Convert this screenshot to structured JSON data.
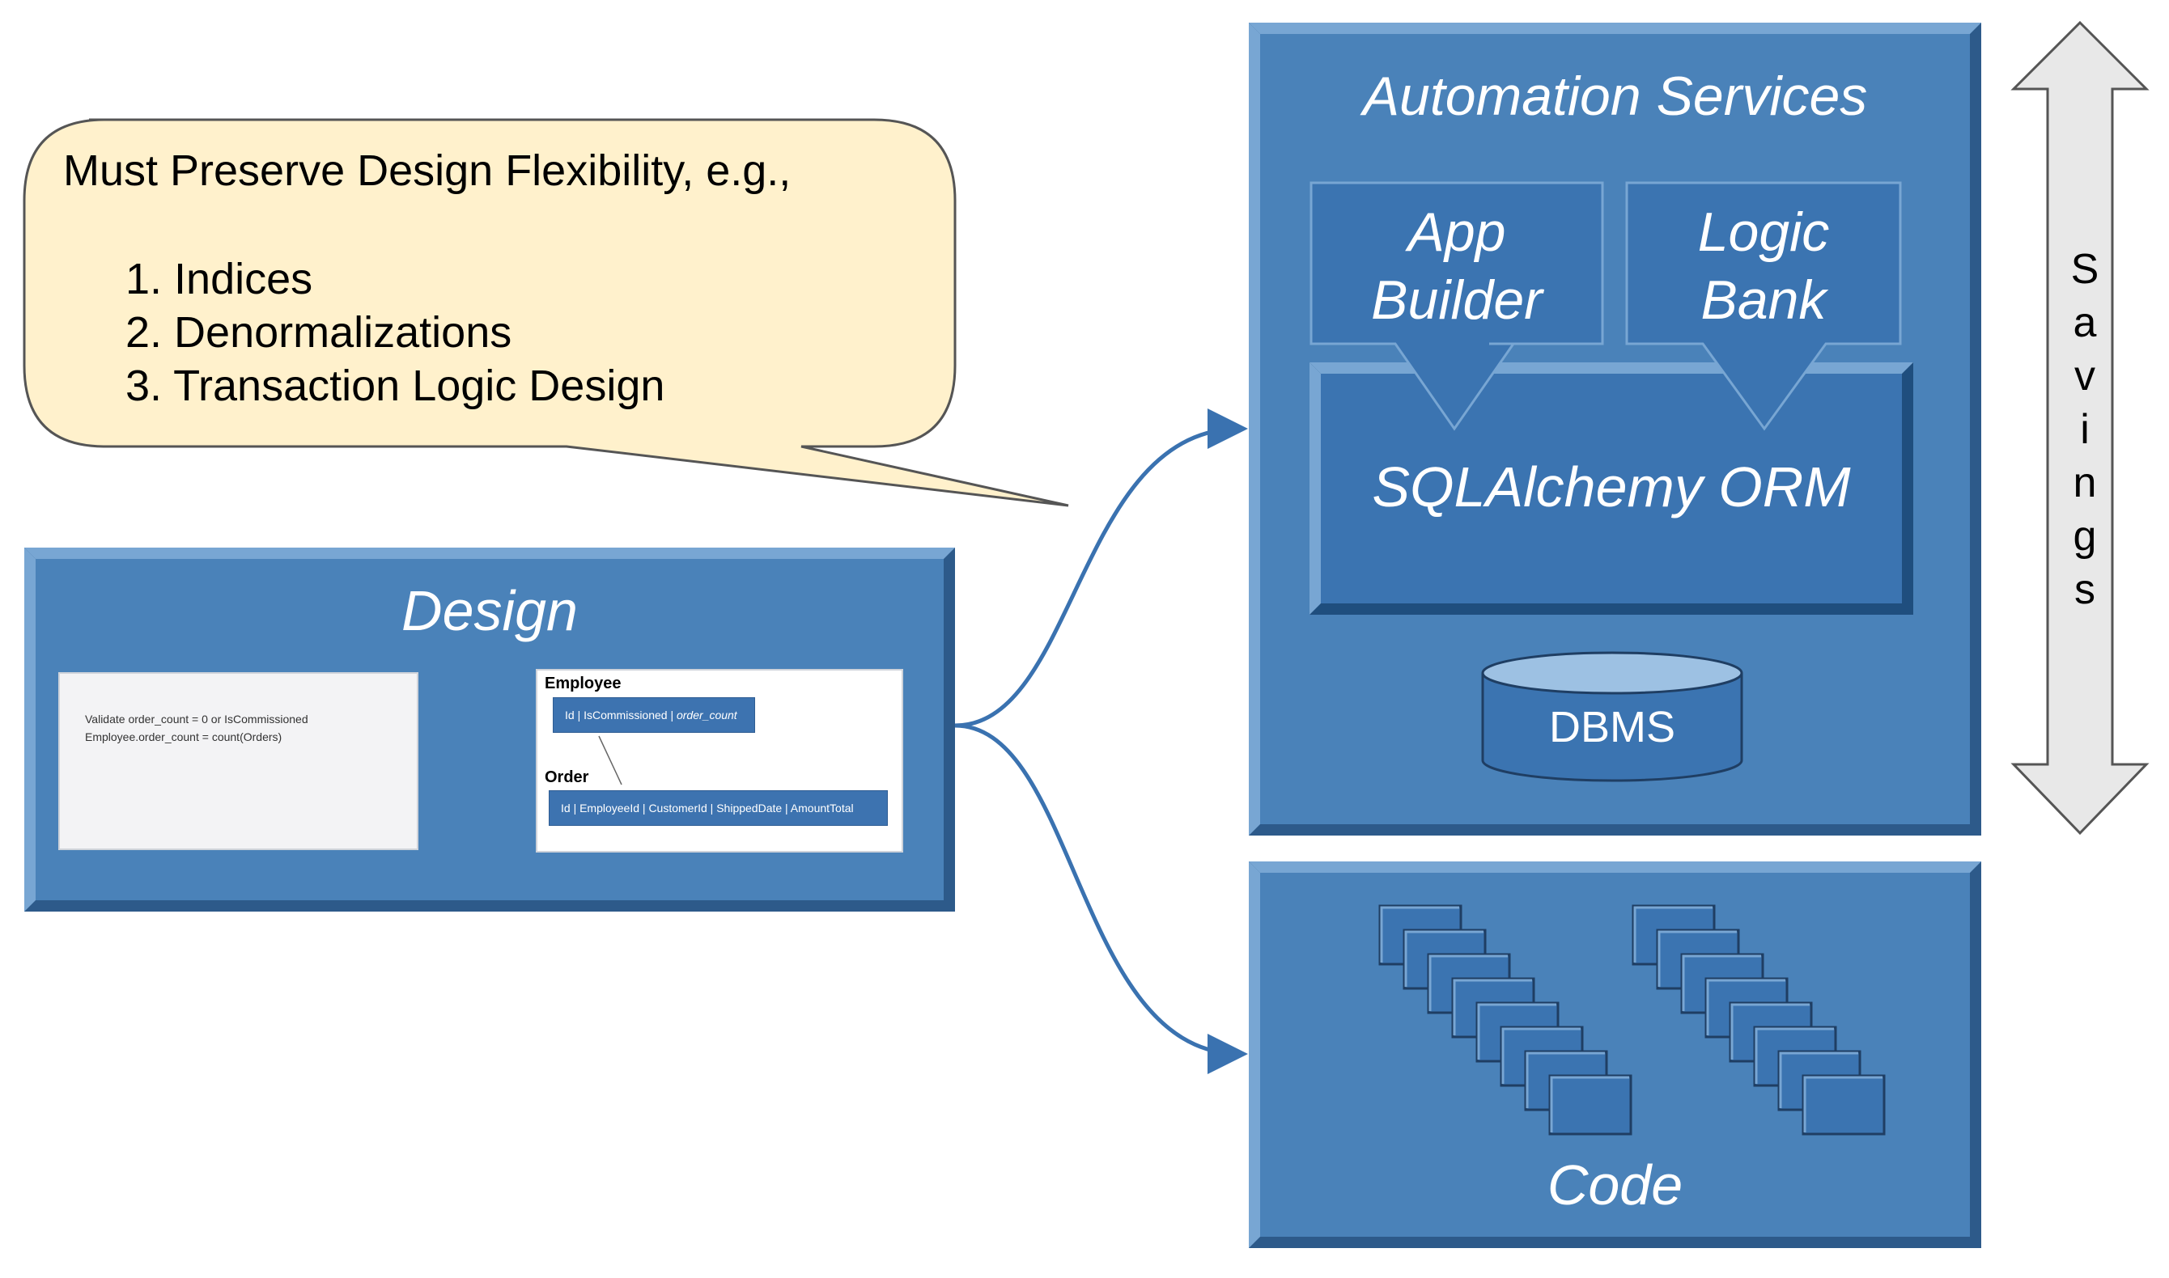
{
  "callout": {
    "heading": "Must Preserve Design Flexibility, e.g.,",
    "items": [
      "1.  Indices",
      "2.  Denormalizations",
      "3.  Transaction Logic Design"
    ]
  },
  "design": {
    "title": "Design",
    "napkin": {
      "line1": "Validate order_count = 0 or IsCommissioned",
      "line2": "Employee.order_count = count(Orders)"
    },
    "erd": {
      "employee_label": "Employee",
      "employee_fields": "Id | IsCommissioned | ",
      "employee_field_italic": "order_count",
      "order_label": "Order",
      "order_fields": "Id | EmployeeId | CustomerId | ShippedDate | AmountTotal"
    }
  },
  "automation": {
    "title": "Automation Services",
    "app_builder": [
      "App",
      "Builder"
    ],
    "logic_bank": [
      "Logic",
      "Bank"
    ],
    "orm": "SQLAlchemy ORM",
    "dbms": "DBMS"
  },
  "code": {
    "title": "Code"
  },
  "savings": {
    "letters": [
      "S",
      "a",
      "v",
      "i",
      "n",
      "g",
      "s"
    ]
  },
  "colors": {
    "panel": "#4a82b9",
    "panel_dark": "#2d5a8a",
    "panel_light": "#78a6d3",
    "callout_fill": "#fff1cc",
    "arrow": "#3a72b0"
  }
}
